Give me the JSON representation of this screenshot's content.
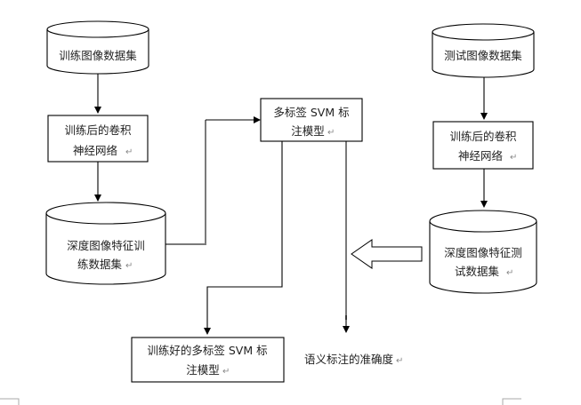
{
  "diagram": {
    "nodes": {
      "train_dataset": {
        "lines": [
          "训练图像数据集"
        ],
        "shape": "cylinder"
      },
      "train_cnn": {
        "lines": [
          "训练后的卷积",
          "神经网络"
        ],
        "shape": "rect"
      },
      "train_features": {
        "lines": [
          "深度图像特征训",
          "练数据集"
        ],
        "shape": "cylinder"
      },
      "svm_model": {
        "lines": [
          "多标签 SVM 标",
          "注模型"
        ],
        "shape": "rect"
      },
      "test_dataset": {
        "lines": [
          "测试图像数据集"
        ],
        "shape": "cylinder"
      },
      "test_cnn": {
        "lines": [
          "训练后的卷积",
          "神经网络"
        ],
        "shape": "rect"
      },
      "test_features": {
        "lines": [
          "深度图像特征测",
          "试数据集"
        ],
        "shape": "cylinder"
      },
      "trained_svm": {
        "lines": [
          "训练好的多标签 SVM 标",
          "注模型"
        ],
        "shape": "rect"
      },
      "accuracy": {
        "lines": [
          "语义标注的准确度"
        ],
        "shape": "text"
      }
    },
    "paragraph_mark": "↵",
    "edges": [
      {
        "from": "train_dataset",
        "to": "train_cnn"
      },
      {
        "from": "train_cnn",
        "to": "train_features"
      },
      {
        "from": "train_features",
        "to": "svm_model"
      },
      {
        "from": "svm_model",
        "to": "trained_svm"
      },
      {
        "from": "svm_model",
        "to": "accuracy"
      },
      {
        "from": "test_dataset",
        "to": "test_cnn"
      },
      {
        "from": "test_cnn",
        "to": "test_features"
      },
      {
        "from": "test_features",
        "to": "svm_model",
        "style": "block-arrow"
      }
    ]
  }
}
